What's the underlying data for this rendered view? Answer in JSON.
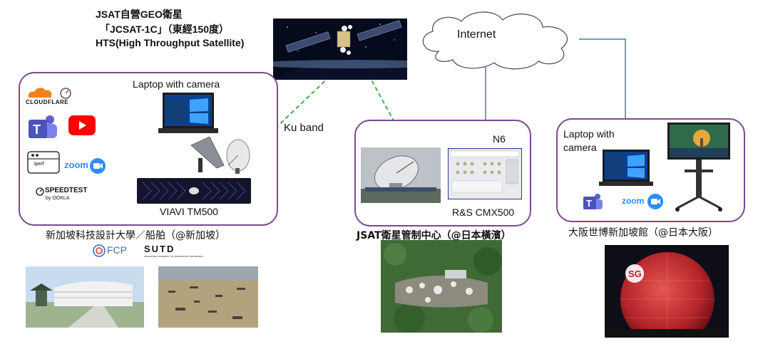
{
  "satellite": {
    "title_line1": "JSAT自營GEO衛星",
    "title_line2": "「JCSAT-1C」（東經150度）",
    "title_line3": "HTS(High  Throughput Satellite)"
  },
  "internet": {
    "label": "Internet"
  },
  "link": {
    "ku_band": "Ku band"
  },
  "singapore": {
    "laptop_label": "Laptop with camera",
    "device_label": "VIAVI   TM500",
    "caption": "新加坡科技設計大學／船舶（@新加坡）",
    "logos": {
      "cloudflare": "CLOUDFLARE",
      "zoom": "zoom",
      "speedtest": "SPEEDTEST",
      "speedtest_by": "by OOKLA",
      "fcp": "FCP",
      "sutd": "SUTD",
      "sutd_sub": "SINGAPORE UNIVERSITY OF TECHNOLOGY AND DESIGN",
      "iperf": "iperf"
    }
  },
  "jsat_center": {
    "n6_label": "N6",
    "device_label": "R&S   CMX500",
    "caption": "JSAT衛星管制中心（@日本橫濱）"
  },
  "osaka": {
    "laptop_label_line1": "Laptop with",
    "laptop_label_line2": "camera",
    "zoom": "zoom",
    "caption": "大阪世博新加坡館（@日本大阪）",
    "sphere_logo": "SG"
  },
  "colors": {
    "panel_border": "#7a4a8e",
    "connector": "#3a7fa6",
    "ku_link": "#3aa53a",
    "cloud_stroke": "#555555"
  }
}
